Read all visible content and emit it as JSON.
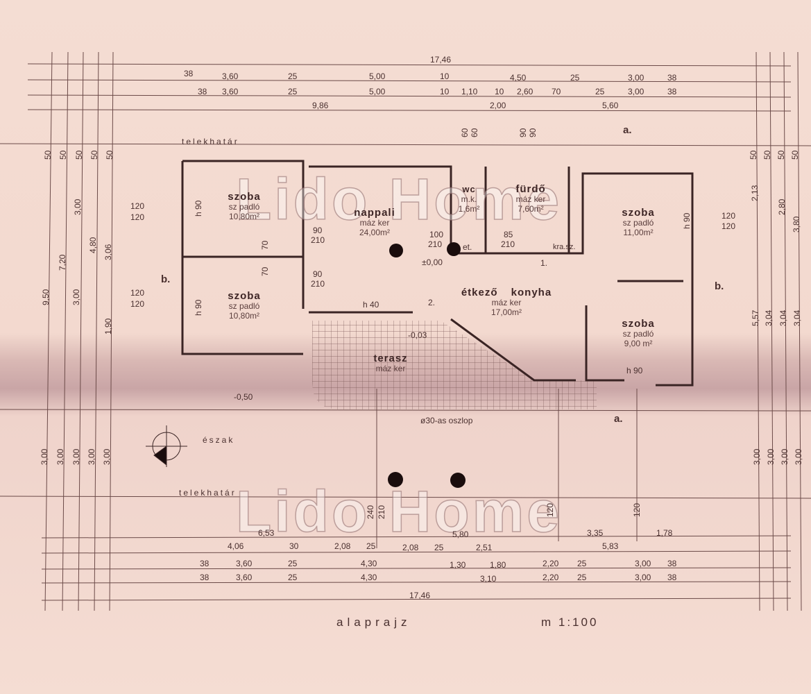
{
  "title": "alaprajz",
  "scale": "m 1:100",
  "plot_boundary": "telekhatár",
  "north": "észak",
  "column_note": "ø30-as oszlop",
  "watermark": "Lido Home",
  "levels": {
    "main": "±0,00",
    "terrace": "-0,03",
    "ground": "-0,50"
  },
  "sections": {
    "b_left": "b.",
    "b_right": "b.",
    "a_top": "a.",
    "a_bottom": "a."
  },
  "rooms": [
    {
      "name": "szoba",
      "floor": "sz padló",
      "area": "10,80m²"
    },
    {
      "name": "szoba",
      "floor": "sz padló",
      "area": "10,80m²"
    },
    {
      "name": "nappali",
      "floor": "máz ker",
      "area": "24,00m²"
    },
    {
      "name": "wc",
      "floor": "m.k.",
      "area": "1,6m²"
    },
    {
      "name": "fürdő",
      "floor": "máz ker",
      "area": "7,60m²"
    },
    {
      "name": "szoba",
      "floor": "sz padló",
      "area": "11,00m²"
    },
    {
      "name": "étkező konyha",
      "floor": "máz ker",
      "area": "17,00m²"
    },
    {
      "name": "szoba",
      "floor": "sz padló",
      "area": "9,00 m²"
    },
    {
      "name": "terasz",
      "floor": "máz ker"
    }
  ],
  "notes": {
    "et": "et.",
    "kra": "kra.sz.",
    "n1": "1.",
    "n2": "2.",
    "h40": "h 40",
    "h90a": "h 90",
    "h90b": "h 90",
    "h90c": "h 90",
    "h90d": "h 90",
    "d1": "90",
    "d1b": "210",
    "d2": "90",
    "d2b": "210",
    "d3": "100",
    "d3b": "210",
    "d4": "85",
    "d4b": "210",
    "d5": "70",
    "d6": "70",
    "w120a": "120",
    "w120b": "120",
    "w120c": "120",
    "w120d": "120",
    "w120e": "120",
    "w120f": "120",
    "w120g": "120",
    "w120h": "120",
    "v60": "60",
    "v60b": "60",
    "v90": "90",
    "v90b": "90",
    "v240": "240",
    "v210": "210"
  },
  "dims": {
    "top": [
      [
        "17,46"
      ],
      [
        "38",
        "3,60",
        "25",
        "5,00",
        "10",
        "4,50",
        "25",
        "3,00",
        "38"
      ],
      [
        "38",
        "3,60",
        "25",
        "5,00",
        "10",
        "1,10",
        "10",
        "2,60",
        "70",
        "25",
        "3,00",
        "38"
      ],
      [
        "9,86",
        "2,00",
        "5,60"
      ]
    ],
    "bottom": [
      [
        "6,53",
        "5,80",
        "3,35",
        "1,78"
      ],
      [
        "4,06",
        "30",
        "2,08",
        "25",
        "2,08",
        "25",
        "2,51",
        "5,83"
      ],
      [
        "38",
        "3,60",
        "25",
        "4,30",
        "1,30",
        "1,80",
        "2,20",
        "25",
        "3,00",
        "38"
      ],
      [
        "38",
        "3,60",
        "25",
        "4,30",
        "3,10",
        "2,20",
        "25",
        "3,00",
        "38"
      ],
      [
        "17,46"
      ]
    ],
    "left": [
      "50",
      "9,50",
      "3,00",
      "50",
      "7,20",
      "3,00",
      "50",
      "3,00",
      "3,00",
      "3,00",
      "50",
      "4,80",
      "3,00",
      "50",
      "3,06",
      "1,90",
      "3,00"
    ],
    "right": [
      "50",
      "2,13",
      "5,57",
      "3,00",
      "50",
      "3,04",
      "3,00",
      "50",
      "2,80",
      "3,04",
      "3,00",
      "50",
      "3,80",
      "3,04",
      "3,00"
    ]
  }
}
